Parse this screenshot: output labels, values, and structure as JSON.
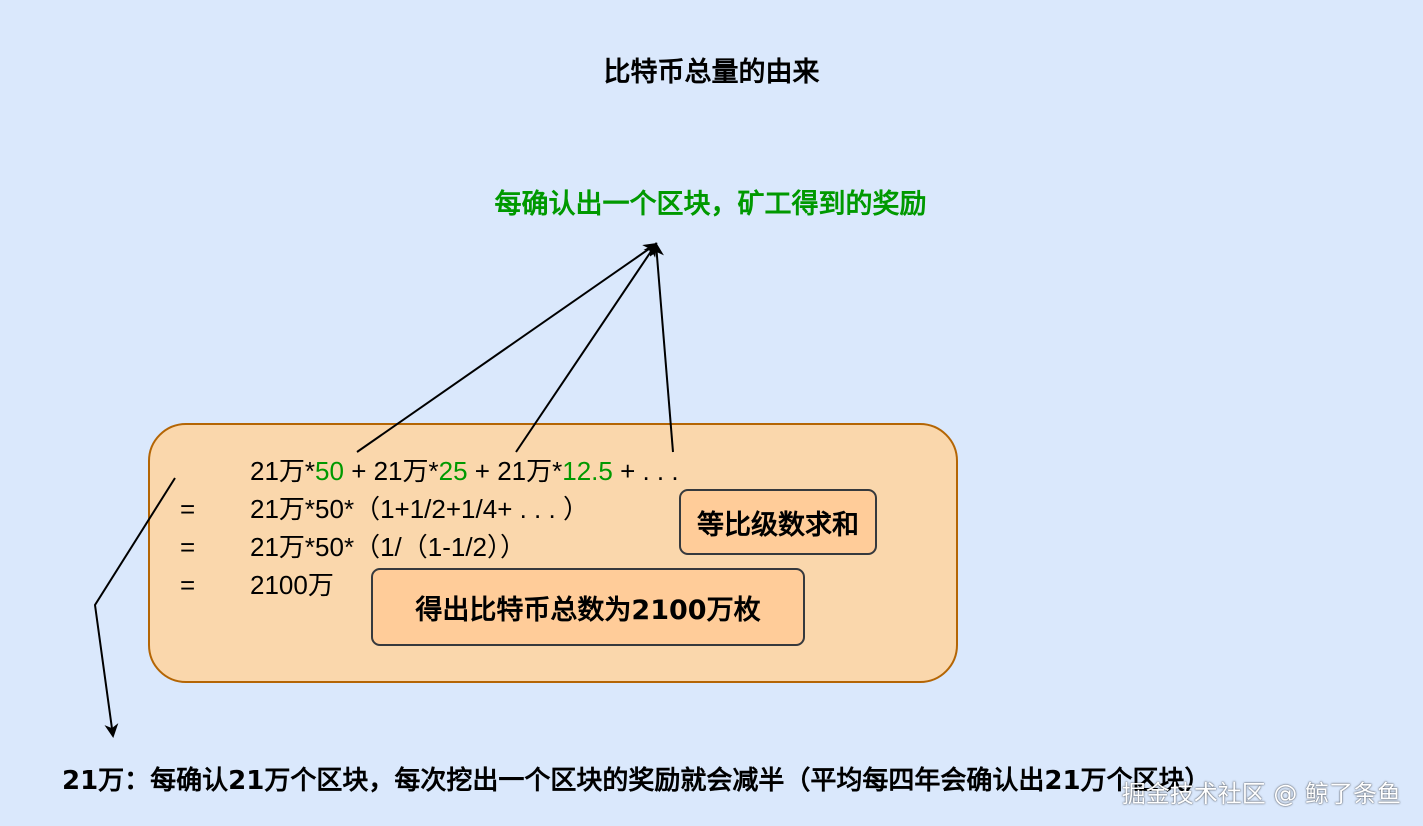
{
  "title": "比特币总量的由来",
  "reward_label": "每确认出一个区块，矿工得到的奖励",
  "formula": {
    "line1": {
      "t1": "21万*",
      "r1": "50",
      "t2": " + 21万*",
      "r2": "25",
      "t3": " + 21万*",
      "r3": "12.5",
      "t4": " +  . . ."
    },
    "line2": {
      "eq": "=",
      "text": "21万*50*（1+1/2+1/4+ . . . ）"
    },
    "line3": {
      "eq": "=",
      "text": "21万*50*（1/（1-1/2））"
    },
    "line4": {
      "eq": "=",
      "text": "2100万"
    }
  },
  "callouts": {
    "geometric_sum": "等比级数求和",
    "result": "得出比特币总数为2100万枚"
  },
  "footnote": "21万：每确认21万个区块，每次挖出一个区块的奖励就会减半（平均每四年会确认出21万个区块）",
  "watermark": "掘金技术社区 @ 鲸了条鱼",
  "colors": {
    "background": "#dae8fc",
    "box_fill": "#fad7ac",
    "box_border": "#b46504",
    "callout_fill": "#ffcc99",
    "highlight_green": "#009900"
  }
}
